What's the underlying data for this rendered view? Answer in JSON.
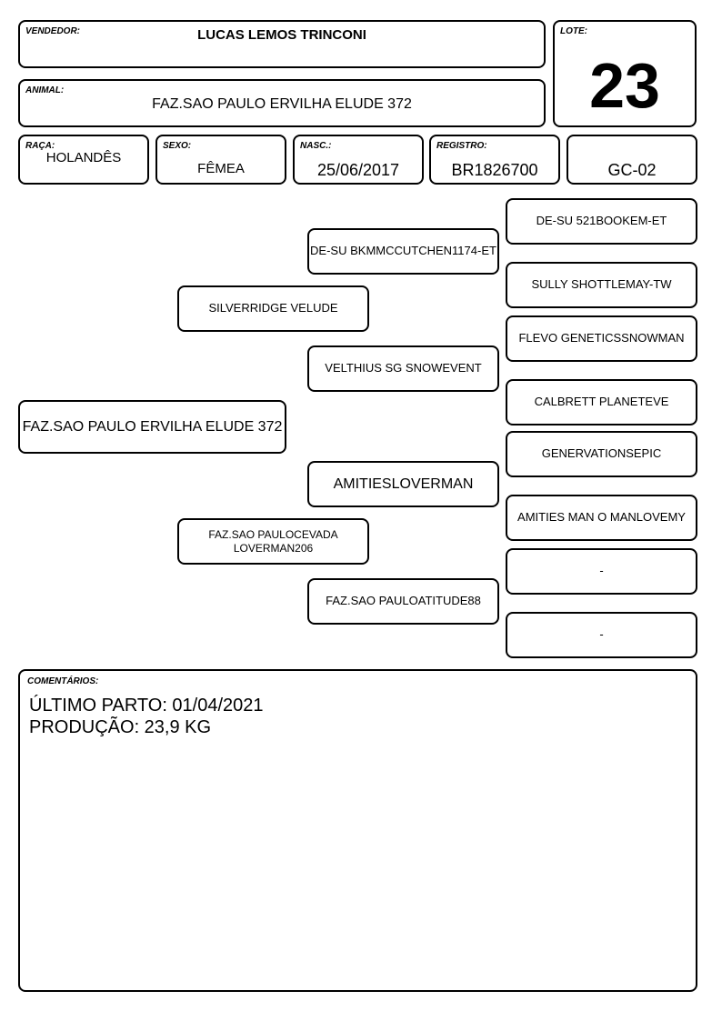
{
  "vendedor": {
    "label": "VENDEDOR:",
    "value": "LUCAS LEMOS TRINCONI"
  },
  "lote": {
    "label": "LOTE:",
    "value": "23"
  },
  "animal": {
    "label": "ANIMAL:",
    "value": "FAZ.SAO PAULO ERVILHA ELUDE 372"
  },
  "raca": {
    "label": "RAÇA:",
    "value": "HOLANDÊS"
  },
  "sexo": {
    "label": "SEXO:",
    "value": "FÊMEA"
  },
  "nasc": {
    "label": "NASC.:",
    "value": "25/06/2017"
  },
  "registro": {
    "label": "REGISTRO:",
    "value": "BR1826700"
  },
  "grupo": {
    "value": "GC-02"
  },
  "pedigree": {
    "animal": "FAZ.SAO PAULO ERVILHA ELUDE 372",
    "sire": "SILVERRIDGE VELUDE",
    "dam": "FAZ.SAO PAULOCEVADA LOVERMAN206",
    "sire_sire": "DE-SU BKMMCCUTCHEN1174-ET",
    "sire_dam": "VELTHIUS SG SNOWEVENT",
    "dam_sire": "AMITIESLOVERMAN",
    "dam_dam": "FAZ.SAO PAULOATITUDE88",
    "ggp": [
      "DE-SU 521BOOKEM-ET",
      "SULLY SHOTTLEMAY-TW",
      "FLEVO GENETICSSNOWMAN",
      "CALBRETT PLANETEVE",
      "GENERVATIONSEPIC",
      "AMITIES MAN O MANLOVEMY",
      "-",
      "-"
    ]
  },
  "comentarios": {
    "label": "COMENTÁRIOS:",
    "lines": [
      "ÚLTIMO PARTO: 01/04/2021",
      "PRODUÇÃO: 23,9 KG"
    ]
  }
}
